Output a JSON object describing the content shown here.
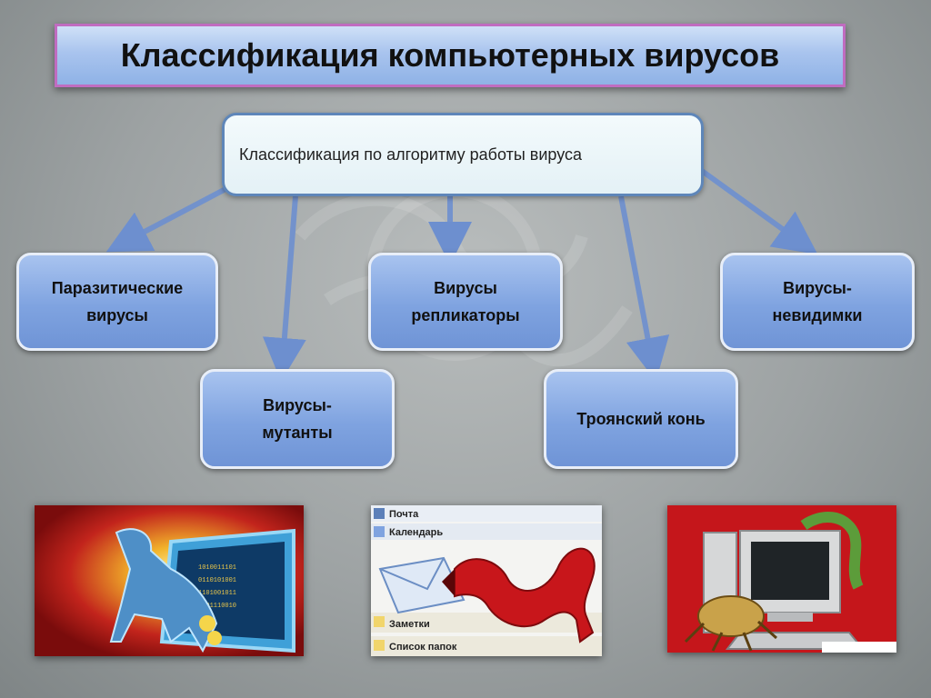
{
  "title": "Классификация компьютерных вирусов",
  "root": "Классификация по алгоритму работы вируса",
  "nodes": {
    "parasitic": "Паразитические\nвирусы",
    "mutants": "Вирусы-\nмутанты",
    "replicators": "Вирусы\nрепликаторы",
    "trojan": "Троянский конь",
    "stealth": "Вирусы-\nневидимки"
  },
  "mail_menu": {
    "items": [
      "Почта",
      "Календарь",
      "Заметки",
      "Список папок"
    ]
  },
  "colors": {
    "node_fill": "#7fa3e0",
    "arrow": "#6d8fcf",
    "title_border": "#c06cc0"
  },
  "icons": [
    "trojan-horse-illustration",
    "mail-worm-illustration",
    "computer-bug-illustration"
  ]
}
